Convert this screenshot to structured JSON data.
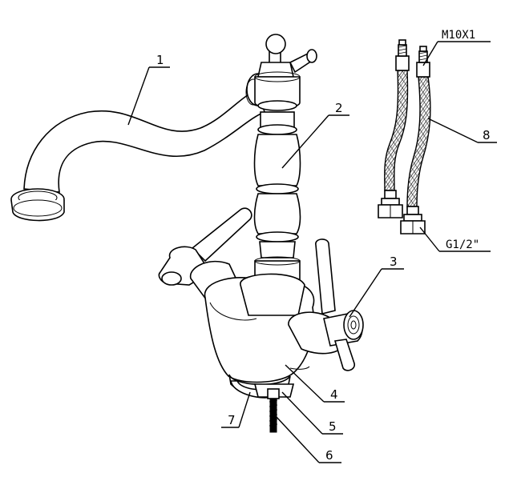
{
  "callouts": [
    "1",
    "2",
    "3",
    "4",
    "5",
    "6",
    "7",
    "8"
  ],
  "specs": {
    "thread_top": "M10X1",
    "thread_bottom": "G1/2\""
  }
}
